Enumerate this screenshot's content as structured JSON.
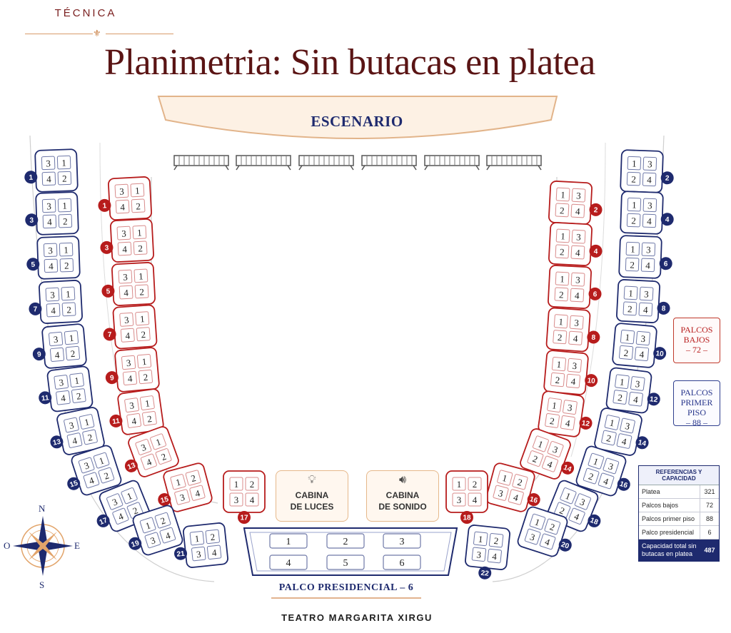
{
  "header": {
    "section": "TÉCNICA",
    "title": "Planimetria: Sin butacas en platea"
  },
  "stage_label": "ESCENARIO",
  "cabins": {
    "lights": "CABINA\nDE LUCES",
    "sound": "CABINA\nDE SONIDO",
    "lights_icon": "lightbulb-icon",
    "sound_icon": "speaker-icon"
  },
  "legend": {
    "palcos_bajos": {
      "line1": "PALCOS",
      "line2": "BAJOS",
      "line3": "– 72 –"
    },
    "palcos_primer_piso": {
      "line1": "PALCOS",
      "line2": "PRIMER PISO",
      "line3": "– 88 –"
    }
  },
  "references": {
    "title": "REFERENCIAS Y CAPACIDAD",
    "rows": [
      {
        "label": "Platea",
        "value": "321"
      },
      {
        "label": "Palcos bajos",
        "value": "72"
      },
      {
        "label": "Palcos primer piso",
        "value": "88"
      },
      {
        "label": "Palco presidencial",
        "value": "6"
      }
    ],
    "total": {
      "label": "Capacidad total sin butacas en platea",
      "value": "487"
    }
  },
  "presidential": {
    "label": "PALCO PRESIDENCIAL – 6",
    "seats": [
      "1",
      "2",
      "3",
      "4",
      "5",
      "6"
    ]
  },
  "compass": {
    "n": "N",
    "s": "S",
    "e": "E",
    "o": "O"
  },
  "footer": "TEATRO MARGARITA XIRGU",
  "colors": {
    "red": "#b71c1c",
    "blue": "#1e2a6e",
    "title": "#5a1414",
    "stage_fill": "#fdf1e4",
    "stage_border": "#e2b48a"
  },
  "palcos_bajos": [
    {
      "n": "1",
      "seats": [
        "3",
        "1",
        "4",
        "2"
      ]
    },
    {
      "n": "3",
      "seats": [
        "3",
        "1",
        "4",
        "2"
      ]
    },
    {
      "n": "5",
      "seats": [
        "3",
        "1",
        "4",
        "2"
      ]
    },
    {
      "n": "7",
      "seats": [
        "3",
        "1",
        "4",
        "2"
      ]
    },
    {
      "n": "9",
      "seats": [
        "3",
        "1",
        "4",
        "2"
      ]
    },
    {
      "n": "11",
      "seats": [
        "3",
        "1",
        "4",
        "2"
      ]
    },
    {
      "n": "13",
      "seats": [
        "3",
        "1",
        "4",
        "2"
      ]
    },
    {
      "n": "15",
      "seats": [
        "1",
        "2",
        "3",
        "4"
      ]
    },
    {
      "n": "17",
      "seats": [
        "1",
        "2",
        "3",
        "4"
      ]
    },
    {
      "n": "2",
      "seats": [
        "1",
        "3",
        "2",
        "4"
      ]
    },
    {
      "n": "4",
      "seats": [
        "1",
        "3",
        "2",
        "4"
      ]
    },
    {
      "n": "6",
      "seats": [
        "1",
        "3",
        "2",
        "4"
      ]
    },
    {
      "n": "8",
      "seats": [
        "1",
        "3",
        "2",
        "4"
      ]
    },
    {
      "n": "10",
      "seats": [
        "1",
        "3",
        "2",
        "4"
      ]
    },
    {
      "n": "12",
      "seats": [
        "1",
        "3",
        "2",
        "4"
      ]
    },
    {
      "n": "14",
      "seats": [
        "1",
        "3",
        "2",
        "4"
      ]
    },
    {
      "n": "16",
      "seats": [
        "1",
        "2",
        "3",
        "4"
      ]
    },
    {
      "n": "18",
      "seats": [
        "1",
        "2",
        "3",
        "4"
      ]
    }
  ],
  "palcos_primer_piso": [
    {
      "n": "1",
      "seats": [
        "3",
        "1",
        "4",
        "2"
      ]
    },
    {
      "n": "3",
      "seats": [
        "3",
        "1",
        "4",
        "2"
      ]
    },
    {
      "n": "5",
      "seats": [
        "3",
        "1",
        "4",
        "2"
      ]
    },
    {
      "n": "7",
      "seats": [
        "3",
        "1",
        "4",
        "2"
      ]
    },
    {
      "n": "9",
      "seats": [
        "3",
        "1",
        "4",
        "2"
      ]
    },
    {
      "n": "11",
      "seats": [
        "3",
        "1",
        "4",
        "2"
      ]
    },
    {
      "n": "13",
      "seats": [
        "3",
        "1",
        "4",
        "2"
      ]
    },
    {
      "n": "15",
      "seats": [
        "3",
        "1",
        "4",
        "2"
      ]
    },
    {
      "n": "17",
      "seats": [
        "3",
        "1",
        "4",
        "2"
      ]
    },
    {
      "n": "19",
      "seats": [
        "1",
        "2",
        "3",
        "4"
      ]
    },
    {
      "n": "21",
      "seats": [
        "1",
        "2",
        "3",
        "4"
      ]
    },
    {
      "n": "2",
      "seats": [
        "1",
        "3",
        "2",
        "4"
      ]
    },
    {
      "n": "4",
      "seats": [
        "1",
        "3",
        "2",
        "4"
      ]
    },
    {
      "n": "6",
      "seats": [
        "1",
        "3",
        "2",
        "4"
      ]
    },
    {
      "n": "8",
      "seats": [
        "1",
        "3",
        "2",
        "4"
      ]
    },
    {
      "n": "10",
      "seats": [
        "1",
        "3",
        "2",
        "4"
      ]
    },
    {
      "n": "12",
      "seats": [
        "1",
        "3",
        "2",
        "4"
      ]
    },
    {
      "n": "14",
      "seats": [
        "1",
        "3",
        "2",
        "4"
      ]
    },
    {
      "n": "16",
      "seats": [
        "1",
        "3",
        "2",
        "4"
      ]
    },
    {
      "n": "18",
      "seats": [
        "1",
        "3",
        "2",
        "4"
      ]
    },
    {
      "n": "20",
      "seats": [
        "1",
        "2",
        "3",
        "4"
      ]
    },
    {
      "n": "22",
      "seats": [
        "1",
        "2",
        "3",
        "4"
      ]
    }
  ]
}
